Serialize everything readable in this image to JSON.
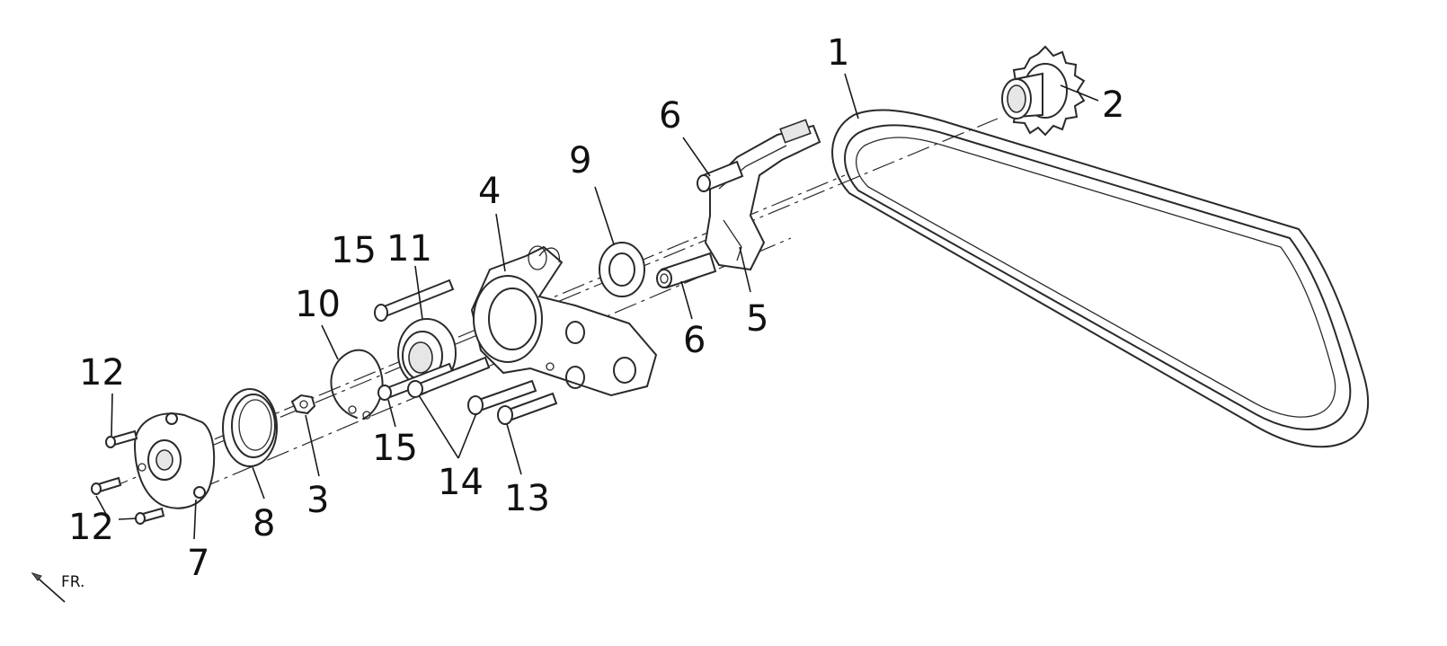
{
  "callouts": {
    "c1": "1",
    "c2": "2",
    "c3": "3",
    "c4": "4",
    "c5": "5",
    "c6_top": "6",
    "c6_bottom": "6",
    "c7": "7",
    "c8": "8",
    "c9": "9",
    "c10": "10",
    "c11": "11",
    "c12_top": "12",
    "c12_bottom": "12",
    "c13": "13",
    "c14": "14",
    "c15_top": "15",
    "c15_bottom": "15"
  },
  "direction": {
    "label": "FR."
  }
}
